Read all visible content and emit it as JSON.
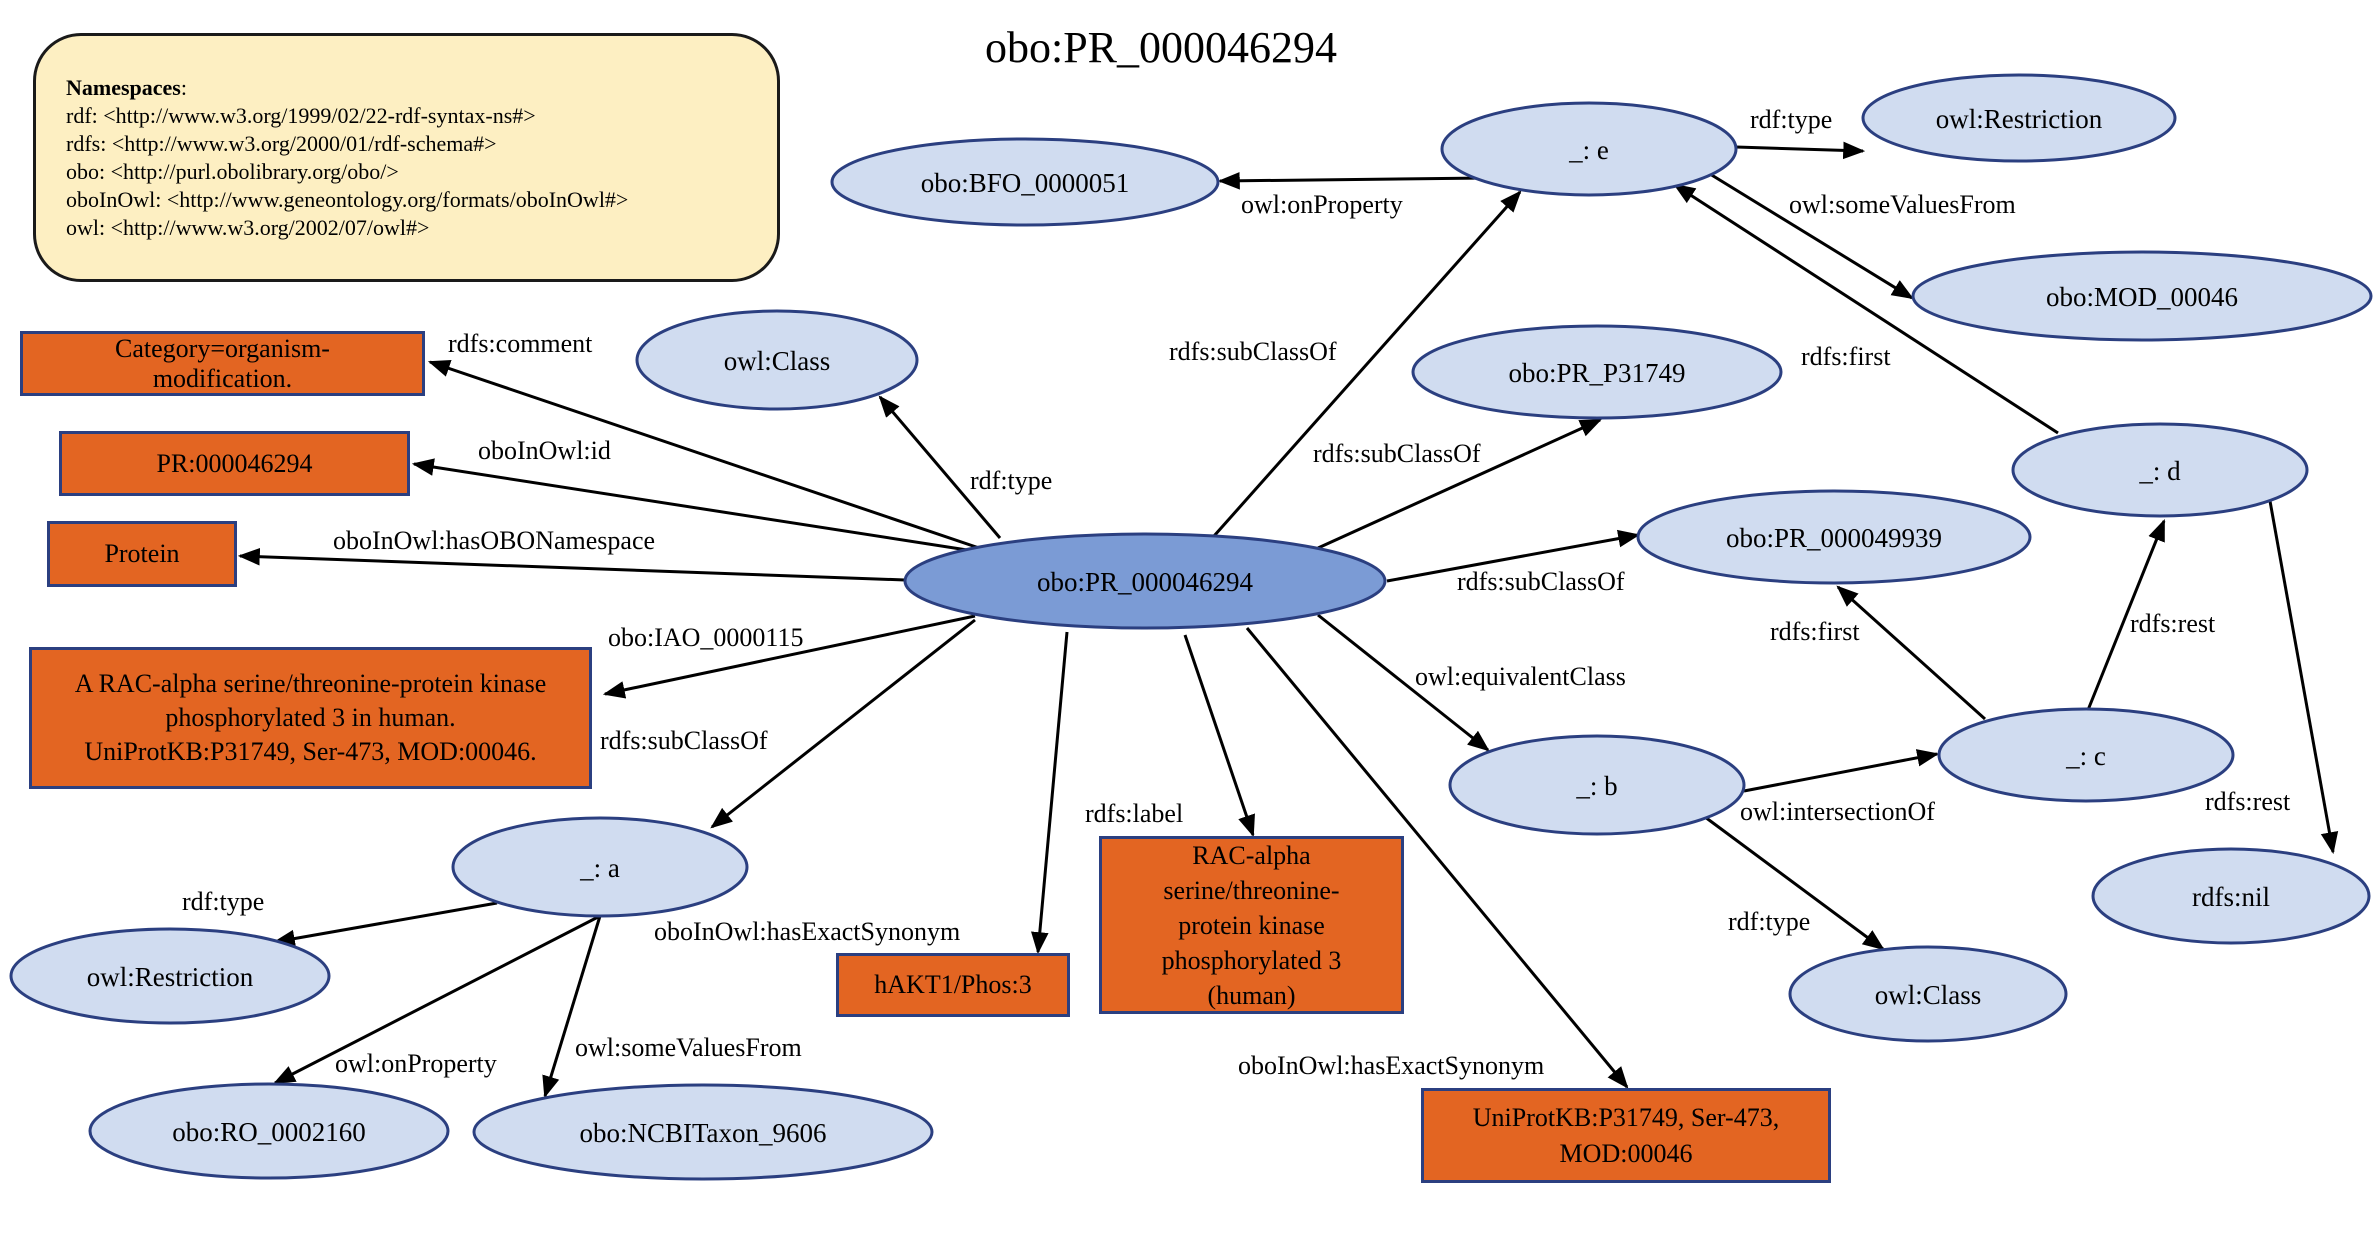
{
  "title": "obo:PR_000046294",
  "namespaces": {
    "heading": "Namespaces",
    "heading_suffix": ":",
    "lines": [
      "rdf: <http://www.w3.org/1999/02/22-rdf-syntax-ns#>",
      "rdfs: <http://www.w3.org/2000/01/rdf-schema#>",
      "obo: <http://purl.obolibrary.org/obo/>",
      "oboInOwl: <http://www.geneontology.org/formats/oboInOwl#>",
      "owl: <http://www.w3.org/2002/07/owl#>"
    ]
  },
  "colors": {
    "center_node": "#7b9bd5",
    "resource_node": "#d0dcf0",
    "node_border": "#2b3f80",
    "literal_fill": "#e36522",
    "namespace_fill": "#fdefc2"
  },
  "nodes": {
    "center": "obo:PR_000046294",
    "bfo": "obo:BFO_0000051",
    "e": "_: e",
    "restriction_top": "owl:Restriction",
    "mod": "obo:MOD_00046",
    "class_top": "owl:Class",
    "pr_p31749": "obo:PR_P31749",
    "d": "_: d",
    "pr_49939": "obo:PR_000049939",
    "c": "_: c",
    "b": "_: b",
    "nil": "rdfs:nil",
    "class_bottom": "owl:Class",
    "a": "_: a",
    "restriction_left": "owl:Restriction",
    "ro": "obo:RO_0002160",
    "ncbi": "obo:NCBITaxon_9606"
  },
  "literals": {
    "comment": "Category=organism-modification.",
    "id": "PR:000046294",
    "namespace": "Protein",
    "definition": "A RAC-alpha serine/threonine-protein kinase phosphorylated 3 in human. UniProtKB:P31749, Ser-473, MOD:00046.",
    "synonym1": "hAKT1/Phos:3",
    "label": "RAC-alpha serine/threonine-protein kinase phosphorylated 3 (human)",
    "synonym2": "UniProtKB:P31749, Ser-473, MOD:00046"
  },
  "edges": {
    "comment": "rdfs:comment",
    "id": "oboInOwl:id",
    "namespace": "oboInOwl:hasOBONamespace",
    "iao": "obo:IAO_0000115",
    "subclass_a": "rdfs:subClassOf",
    "type_class": "rdf:type",
    "subclass_e": "rdfs:subClassOf",
    "subclass_p31749": "rdfs:subClassOf",
    "subclass_49939": "rdfs:subClassOf",
    "equivalent": "owl:equivalentClass",
    "synonym1": "oboInOwl:hasExactSynonym",
    "label": "rdfs:label",
    "synonym2": "oboInOwl:hasExactSynonym",
    "e_onproperty": "owl:onProperty",
    "e_type": "rdf:type",
    "e_somevalues": "owl:someValuesFrom",
    "d_first": "rdfs:first",
    "c_first": "rdfs:first",
    "c_rest": "rdfs:rest",
    "d_rest": "rdfs:rest",
    "b_intersection": "owl:intersectionOf",
    "b_type": "rdf:type",
    "a_type": "rdf:type",
    "a_onproperty": "owl:onProperty",
    "a_somevalues": "owl:someValuesFrom"
  }
}
